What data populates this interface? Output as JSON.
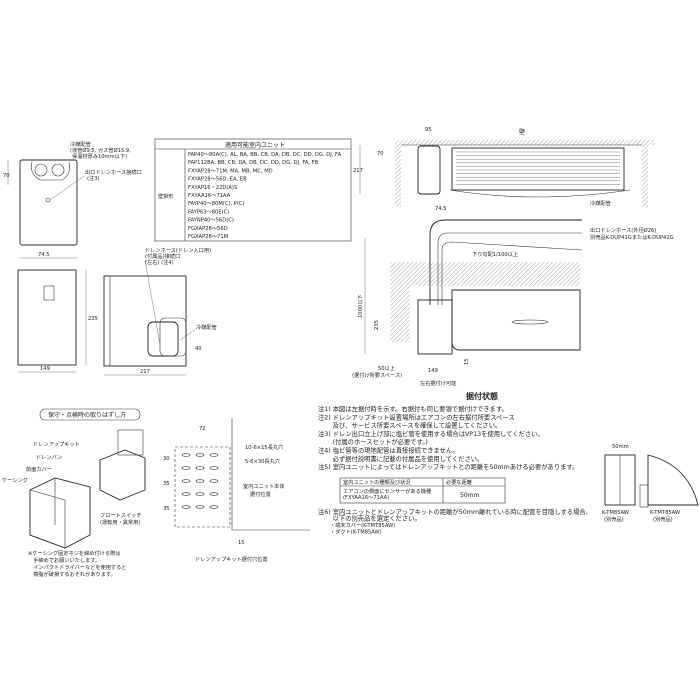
{
  "table": {
    "header": "適用可能室内ユニット",
    "category": "壁掛形",
    "models": [
      "FAP40～80A(C), AL, BA, BB, CB, DA, DB, DC, DD, DG, DJ, FA",
      "FAP112BA, BB, CB, DA, DB, DC, DD, DG, DJ, FA, FB",
      "FXYAP28～71M, MA, MB, MC, MD",
      "FXYAP28～56D, EA, EB",
      "FXYAP16・22D(A)S",
      "FXYAA16～71AA",
      "FAYP40～80M(C), P(C)",
      "FAYP63～80E(C)",
      "FAYNP40～56D(C)",
      "FGXAP28～56D",
      "FGXAP28～71M"
    ]
  },
  "front_view": {
    "pipe_label": "冷媒配管",
    "pipe_spec1": "(液管Ø9.5, ガス管Ø15.9,",
    "pipe_spec2": "保温材厚み10mm以下)",
    "drain_label": "出口ドレンホース接続口",
    "drain_note": "(注3)",
    "dim_70": "70",
    "dim_745": "74.5",
    "dim_235": "235",
    "dim_149": "149"
  },
  "side_view": {
    "hose_label1": "ドレンホース(ドレン入口用)",
    "hose_label2": "(付属品)接続口",
    "hose_label3": "(左右) (注4)",
    "pipe_label": "冷媒配管",
    "dim_217": "217",
    "dim_40": "40"
  },
  "top_view": {
    "wall": "壁",
    "dim_95": "95",
    "dim_70": "70",
    "dim_217": "217",
    "dim_745": "74.5"
  },
  "install_view": {
    "pipe_label": "冷媒配管",
    "hose_label1": "出口ドレンホース(外径Ø26)",
    "hose_label2": "別売品K-DUP41GまたはK-DUP42G",
    "slope": "下り勾配1/100以上",
    "dim_1000": "1000以下",
    "dim_235": "235",
    "dim_15": "15",
    "dim_50": "50以上",
    "space_label": "(据付け所要スペース)",
    "dim_149": "149",
    "lr_label": "左右据付け可能",
    "title": "据付状態"
  },
  "notes": [
    "注1) 本図は左据付時を示す。右据付も同じ要領で据付けできます。",
    "注2) ドレンアップキット設置場所はエアコンの左右据付所要スペース",
    "　　 及び、サービス所要スペースを確保して設置してください。",
    "注3) ドレン出口立上げ部に塩ビ管を使用する場合はVP13を使用してください。",
    "　　 (付属のホースセットが必要です。)",
    "注4) 塩ビ管等の現地配管は直接接続できません。",
    "　　 必ず据付説明書に記載の付属品を使用してください。",
    "注5) 室内ユニットによってはドレンアップキットとの距離を50mmあける必要があります。"
  ],
  "distance_table": {
    "col1": "室内ユニットの種類及び状況",
    "col2": "必要な距離",
    "row_text": "エアコンの側面にセンサーがある機種",
    "row_model": "(FXYAA16～71AA)",
    "row_value": "50mm"
  },
  "note6": [
    "注6) 室内ユニットとドレンアップキットの距離が50mm離れている時に配管を目隠しする場合、",
    "　　 以下の別売品を選定ください。",
    "　　 ・端末カバー(K-TMT85AW)",
    "　　 ・ダクト(K-TM85AW)"
  ],
  "maintenance": {
    "title": "保守・点検時の取りはずし方",
    "kit": "ドレンアップキット",
    "pan": "ドレンパン",
    "cover": "前面カバー",
    "casing": "ケーシング",
    "float1": "フロートスイッチ",
    "float2": "(運転用・異常用)",
    "warn": [
      "※ケーシング固定ネジを締め付ける際は",
      "　手締めでお願いいたします。",
      "　インパクトドライバーなどを使用すると",
      "　樹脂が破損するおそれがあります。"
    ]
  },
  "holes": {
    "dim_72": "72",
    "dim_30": "30",
    "dim_35": "35",
    "dim_15": "15",
    "slot1": "10-6×15長丸穴",
    "slot2": "5-6×30長丸穴",
    "unit1": "室内ユニット本体",
    "unit2": "据付位置",
    "title": "ドレンアップキット据付穴位置"
  },
  "options": {
    "dim_50": "50mm",
    "duct": "K-TM85AW",
    "duct_note": "(別売品)",
    "cover": "K-TMT85AW",
    "cover_note": "(別売品)"
  }
}
